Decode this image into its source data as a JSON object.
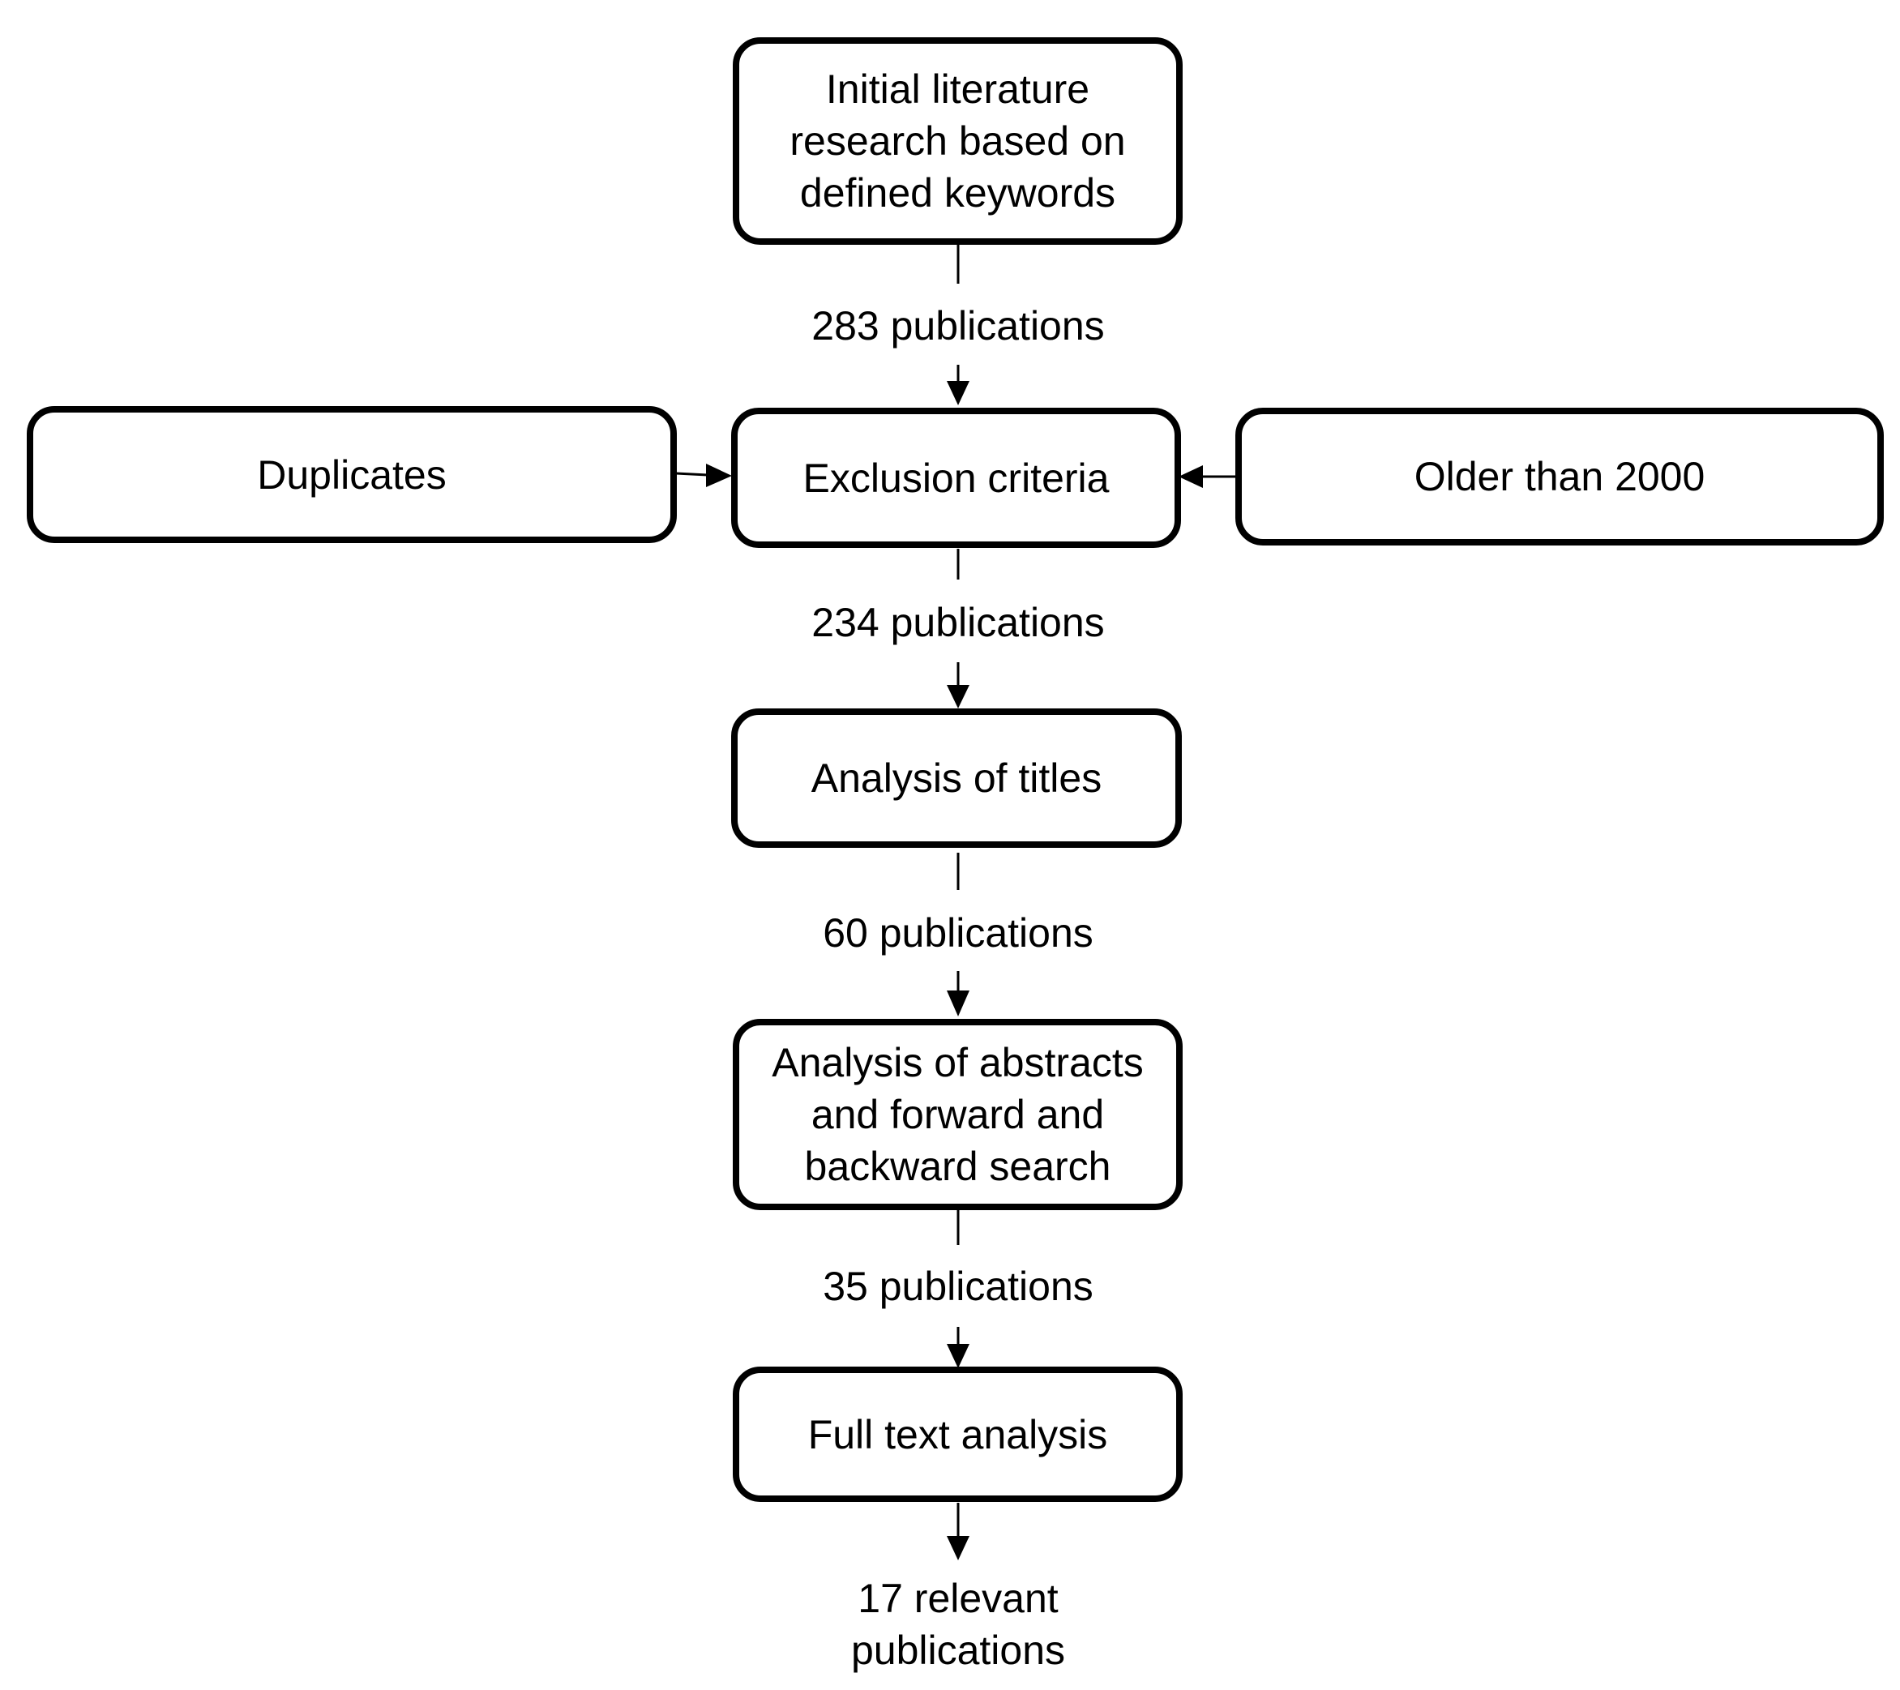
{
  "nodes": {
    "initial_search": "Initial literature\nresearch based on\ndefined keywords",
    "exclusion": "Exclusion criteria",
    "duplicates": "Duplicates",
    "older": "Older than 2000",
    "titles": "Analysis of titles",
    "abstracts": "Analysis of abstracts\nand forward and\nbackward search",
    "fulltext": "Full text analysis"
  },
  "edge_labels": {
    "after_initial": "283 publications",
    "after_exclusion": "234 publications",
    "after_titles": "60 publications",
    "after_abstracts": "35 publications",
    "result": "17 relevant\npublications"
  },
  "colors": {
    "stroke": "#000000",
    "background": "#ffffff"
  }
}
